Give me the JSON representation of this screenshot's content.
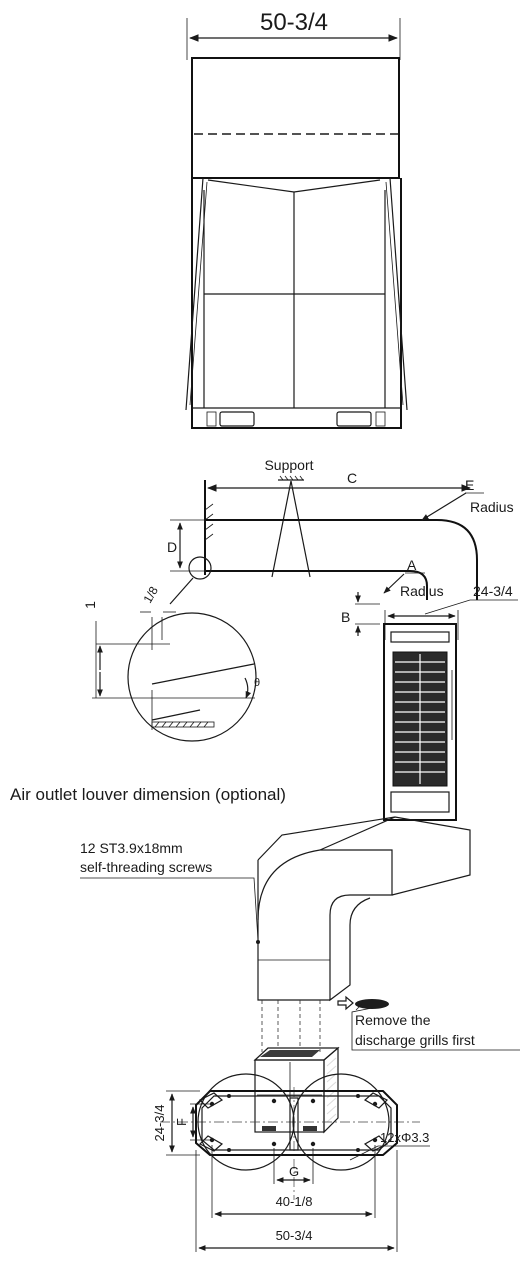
{
  "top_view": {
    "width_label": "50-3/4"
  },
  "duct_view": {
    "support_label": "Support",
    "c_label": "C",
    "e_label": "E",
    "e_radius_label": "Radius",
    "a_label": "A",
    "a_radius_label": "Radius",
    "d_label": "D",
    "b_label": "B",
    "depth_label": "24-3/4",
    "detail_height_label": "1",
    "detail_thickness_label": "1/8",
    "theta_label": "θ",
    "caption": "Air outlet louver dimension (optional)"
  },
  "install_view": {
    "screws_line1": "12 ST3.9x18mm",
    "screws_line2": "self-threading screws",
    "remove_line1": "Remove the",
    "remove_line2": "discharge grills first"
  },
  "bottom_view": {
    "depth_label": "24-3/4",
    "f_label": "F",
    "g_label": "G",
    "holes_label": "12xΦ3.3",
    "inner_width_label": "40-1/8",
    "outer_width_label": "50-3/4"
  }
}
